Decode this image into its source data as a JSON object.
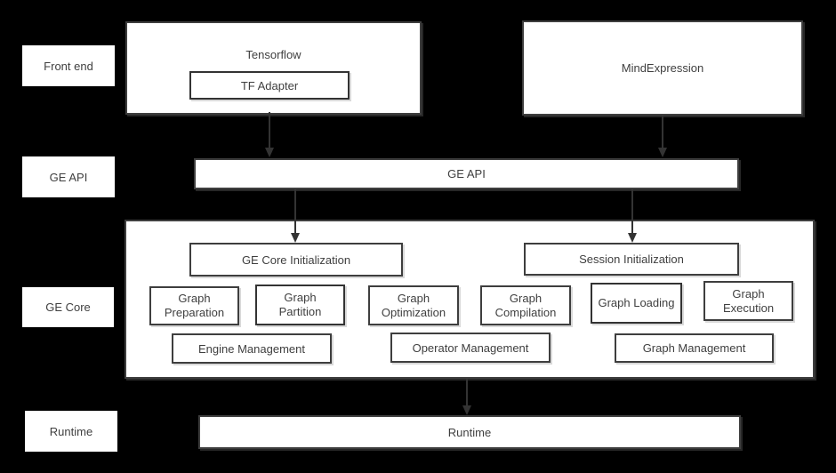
{
  "colors": {
    "background": "#000000",
    "box_fill": "#ffffff",
    "border": "#3e3e3e",
    "text": "#3f3f3f",
    "arrow": "#333333"
  },
  "side_labels": {
    "front_end": "Front end",
    "ge_api": "GE API",
    "ge_core": "GE Core",
    "runtime": "Runtime"
  },
  "front_end_layer": {
    "tensorflow": {
      "title": "Tensorflow",
      "adapter": "TF Adapter"
    },
    "mind_expression": {
      "title": "MindExpression"
    }
  },
  "ge_api_layer": {
    "bar_label": "GE API"
  },
  "ge_core_layer": {
    "init_boxes": {
      "ge_core_initialization": "GE Core Initialization",
      "session_initialization": "Session Initialization"
    },
    "functions": [
      "Graph Preparation",
      "Graph Partition",
      "Graph Optimization",
      "Graph Compilation",
      "Graph Loading",
      "Graph Execution"
    ],
    "management": [
      "Engine Management",
      "Operator Management",
      "Graph Management"
    ]
  },
  "runtime_layer": {
    "bar_label": "Runtime"
  }
}
